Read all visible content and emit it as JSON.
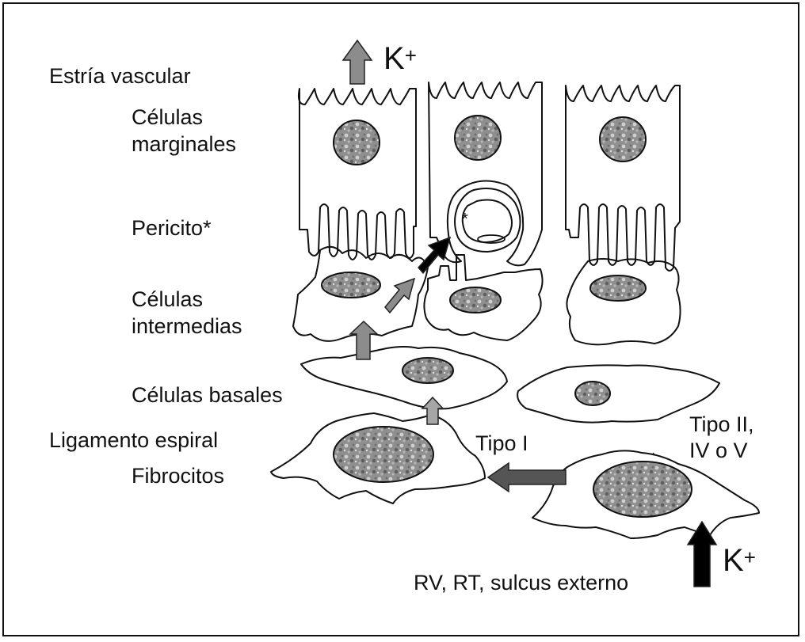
{
  "labels": {
    "estria_vascular": "Estría vascular",
    "celulas_marginales_1": "Células",
    "celulas_marginales_2": "marginales",
    "pericito": "Pericito*",
    "celulas_intermedias_1": "Células",
    "celulas_intermedias_2": "intermedias",
    "celulas_basales": "Células basales",
    "ligamento_espiral": "Ligamento espiral",
    "fibrocitos": "Fibrocitos",
    "tipo_i": "Tipo I",
    "tipo_ii_1": "Tipo II,",
    "tipo_ii_2": "IV o V",
    "source": "RV, RT, sulcus externo",
    "pericyte_marker": "*"
  },
  "ions": {
    "top": {
      "base": "K",
      "charge": "+"
    },
    "bottom": {
      "base": "K",
      "charge": "+"
    }
  },
  "colors": {
    "outline": "#111111",
    "nucleus": "#8a8a8a",
    "arrow_gray": "#8c8c8c",
    "arrow_dark": "#555555",
    "arrow_black": "#000000"
  }
}
